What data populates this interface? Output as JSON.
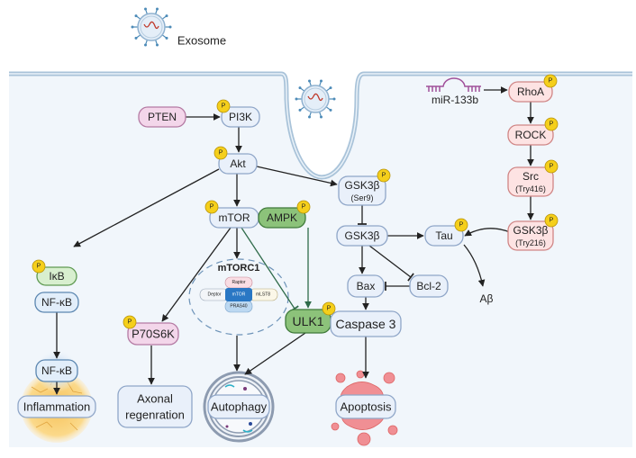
{
  "exosome_label": "Exosome",
  "mirna_label": "miR-133b",
  "nodes": {
    "pten": {
      "label": "PTEN",
      "color": "#f3d6ea",
      "stroke": "#b47aa3"
    },
    "pi3k": {
      "label": "PI3K",
      "color": "#e9f0fa",
      "stroke": "#8fa6c8",
      "p": true
    },
    "akt": {
      "label": "Akt",
      "color": "#e9f0fa",
      "stroke": "#8fa6c8",
      "p": true
    },
    "gsk_ser9": {
      "label": "GSK3β",
      "sub": "(Ser9)",
      "color": "#e9f0fa",
      "stroke": "#8fa6c8",
      "p": true
    },
    "mtor": {
      "label": "mTOR",
      "color": "#e9f0fa",
      "stroke": "#8fa6c8",
      "p": true
    },
    "ampk": {
      "label": "AMPK",
      "color": "#8cc27a",
      "stroke": "#3f7a3a",
      "p": true
    },
    "gsk": {
      "label": "GSK3β",
      "color": "#e9f0fa",
      "stroke": "#8fa6c8"
    },
    "tau": {
      "label": "Tau",
      "color": "#e9f0fa",
      "stroke": "#8fa6c8",
      "p": true
    },
    "rhoa": {
      "label": "RhoA",
      "color": "#fde3e3",
      "stroke": "#d08686",
      "p": true
    },
    "rock": {
      "label": "ROCK",
      "color": "#fde3e3",
      "stroke": "#d08686",
      "p": true
    },
    "src": {
      "label": "Src",
      "sub": "(Try416)",
      "color": "#fde3e3",
      "stroke": "#d08686",
      "p": true
    },
    "gsk_try216": {
      "label": "GSK3β",
      "sub": "(Try216)",
      "color": "#fde3e3",
      "stroke": "#d08686",
      "p": true
    },
    "ikb": {
      "label": "IκB",
      "color": "#d8efcf",
      "stroke": "#5f9a52",
      "p": true
    },
    "nfkb1": {
      "label": "NF-κB",
      "color": "#e2eefa",
      "stroke": "#5b86b0"
    },
    "nfkb2": {
      "label": "NF-κB",
      "color": "#e2eefa",
      "stroke": "#5b86b0"
    },
    "p70s6k": {
      "label": "P70S6K",
      "color": "#f3d6ea",
      "stroke": "#b47aa3",
      "p": true
    },
    "ulk1": {
      "label": "ULK1",
      "color": "#8cc27a",
      "stroke": "#3f7a3a",
      "p": true
    },
    "bax": {
      "label": "Bax",
      "color": "#e9f0fa",
      "stroke": "#8fa6c8"
    },
    "bcl2": {
      "label": "Bcl-2",
      "color": "#e9f0fa",
      "stroke": "#8fa6c8"
    },
    "caspase3": {
      "label": "Caspase 3",
      "color": "#e9f0fa",
      "stroke": "#8fa6c8"
    },
    "inflammation": {
      "label": "Inflammation",
      "color": "#e9f0fa",
      "stroke": "#8fa6c8"
    },
    "axonal": {
      "label": "Axonal",
      "sub": "regenration",
      "color": "#e9f0fa",
      "stroke": "#8fa6c8"
    },
    "autophagy": {
      "label": "Autophagy",
      "color": "#e9f0fa",
      "stroke": "#8fa6c8"
    },
    "apoptosis": {
      "label": "Apoptosis",
      "color": "#e9f0fa",
      "stroke": "#8fa6c8"
    }
  },
  "abeta_label": "Aβ",
  "phospho_label": "P",
  "mtorc1": {
    "title": "mTORC1",
    "raptor": "Raptor",
    "deptor": "Deptor",
    "mtor": "mTOR",
    "mlst8": "mLST8",
    "pras40": "PRAS40"
  },
  "colors": {
    "cell": "#f1f6fb",
    "membrane": "#a9c3d9",
    "phospho": "#f5cf1b",
    "inhibit_green": "#2f6b4a"
  }
}
